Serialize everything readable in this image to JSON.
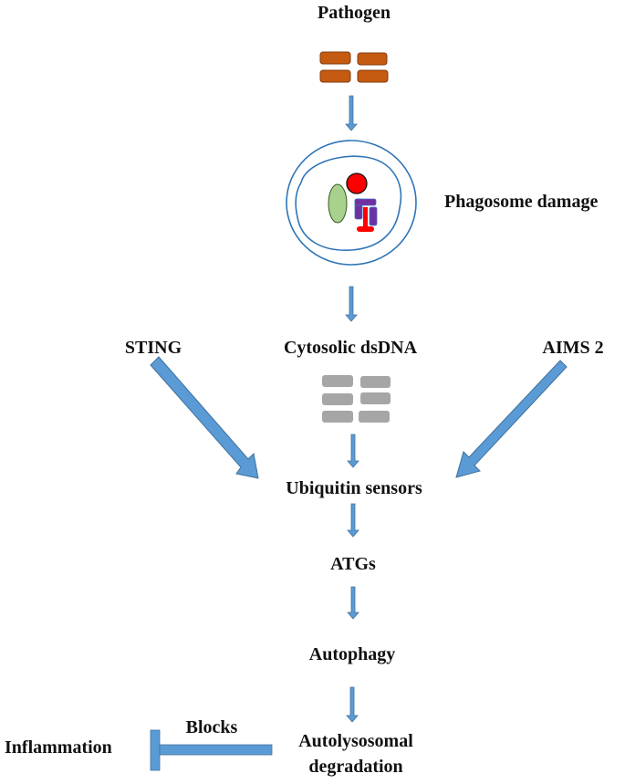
{
  "diagram": {
    "type": "signaling-pathway",
    "nodes": {
      "pathogen": "Pathogen",
      "phagosome_damage": "Phagosome damage",
      "sting": "STING",
      "cytosolic_dsdna": "Cytosolic dsDNA",
      "aims2": "AIMS 2",
      "ubiquitin_sensors": "Ubiquitin sensors",
      "atgs": "ATGs",
      "autophagy": "Autophagy",
      "autolysosomal_line1": "Autolysosomal",
      "autolysosomal_line2": "degradation",
      "inflammation": "Inflammation",
      "blocks": "Blocks"
    },
    "edges": [
      {
        "from": "Pathogen",
        "to": "Phagosome damage",
        "kind": "activates"
      },
      {
        "from": "Phagosome damage",
        "to": "Cytosolic dsDNA",
        "kind": "activates"
      },
      {
        "from": "Cytosolic dsDNA",
        "to": "Ubiquitin sensors",
        "kind": "activates"
      },
      {
        "from": "STING",
        "to": "Ubiquitin sensors",
        "kind": "activates"
      },
      {
        "from": "AIMS 2",
        "to": "Ubiquitin sensors",
        "kind": "activates"
      },
      {
        "from": "Ubiquitin sensors",
        "to": "ATGs",
        "kind": "activates"
      },
      {
        "from": "ATGs",
        "to": "Autophagy",
        "kind": "activates"
      },
      {
        "from": "Autophagy",
        "to": "Autolysosomal degradation",
        "kind": "activates"
      },
      {
        "from": "Autolysosomal degradation",
        "to": "Inflammation",
        "kind": "blocks"
      }
    ],
    "colors": {
      "arrow": "#5b9bd5",
      "arrow_stroke": "#41719c",
      "pathogen_fill": "#c55a11",
      "pathogen_stroke": "#843c0c",
      "dsdna_fill": "#a6a6a6",
      "membrane": "#2e75b6",
      "green_organelle": "#a9d18e",
      "red_organelle": "#ff0000",
      "purple_organelle": "#7030a0"
    }
  }
}
